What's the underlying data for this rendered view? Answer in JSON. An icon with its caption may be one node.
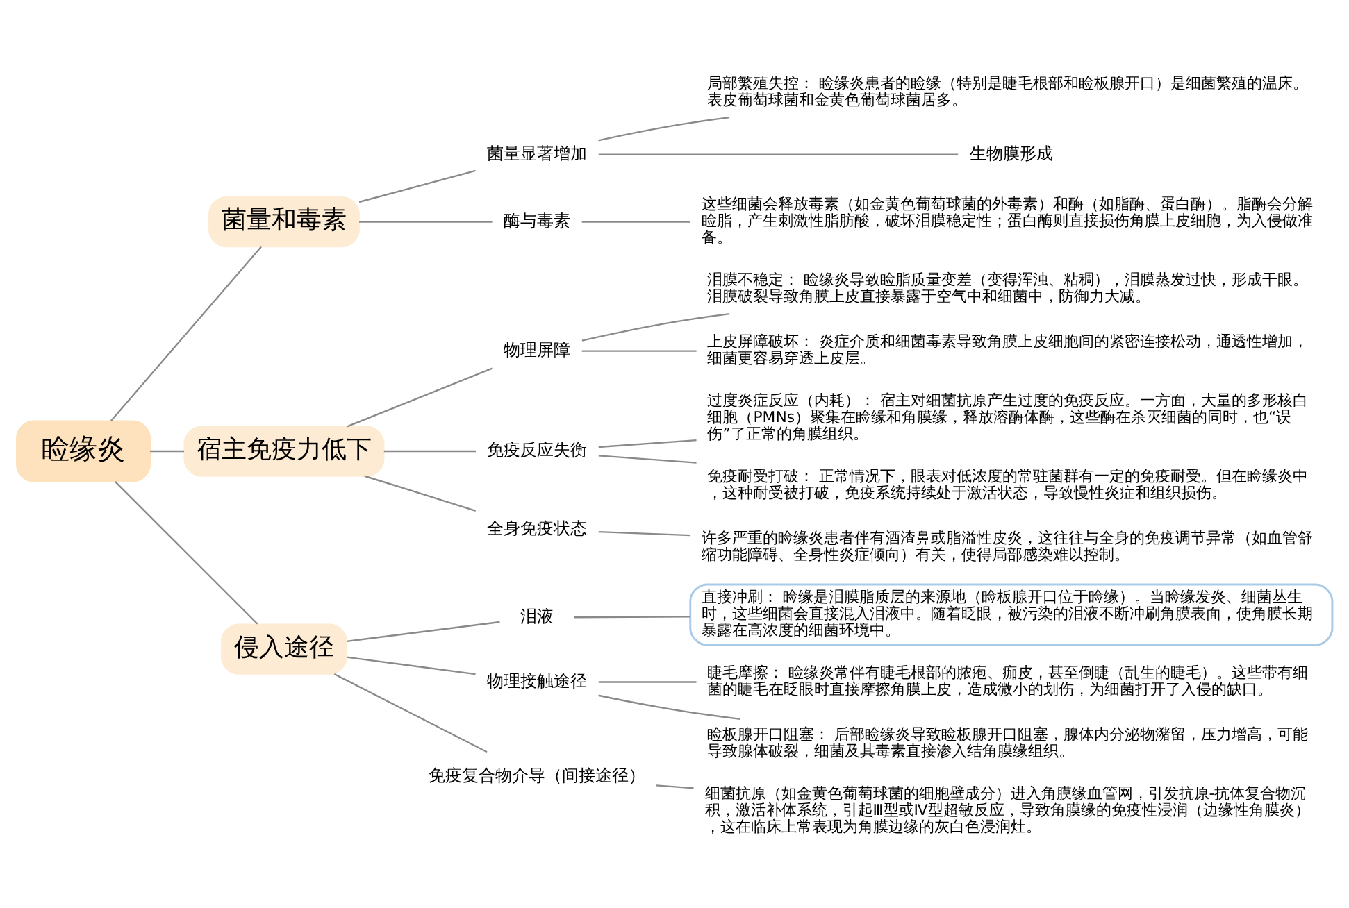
{
  "diagram": {
    "nodes": [
      {
        "text": [
          "睑缘炎"
        ]
      },
      {
        "text": [
          "菌量和毒素"
        ]
      },
      {
        "text": [
          "菌量显著增加"
        ]
      },
      {
        "text": [
          "局部繁殖失控： 睑缘炎患者的睑缘（特别是睫毛根部和睑板腺开口）是细菌繁殖的温床。表皮葡萄球菌和金黄色葡萄球菌居多。"
        ]
      },
      {
        "text": [
          "生物膜形成"
        ]
      },
      {
        "text": [
          "酶与毒素"
        ]
      },
      {
        "text": [
          "这些细菌会释放毒素（如金黄色葡萄球菌的外毒素）和酶（如脂酶、蛋白酶）。脂酶会分解睑脂，产生刺激性脂肪酸，破坏泪膜稳定性；蛋白酶则直接损伤角膜上皮细胞，为入侵做准备。"
        ]
      },
      {
        "text": [
          "宿主免疫力低下"
        ]
      },
      {
        "text": [
          "物理屏障"
        ]
      },
      {
        "text": [
          "泪膜不稳定： 睑缘炎导致睑脂质量变差（变得浑浊、粘稠），泪膜蒸发过快，形成干眼。泪膜破裂导致角膜上皮直接暴露于空气中和细菌中，防御力大减。"
        ]
      },
      {
        "text": [
          "上皮屏障破坏： 炎症介质和细菌毒素导致角膜上皮细胞间的紧密连接松动，通透性增加，细菌更容易穿透上皮层。"
        ]
      },
      {
        "text": [
          "免疫反应失衡"
        ]
      },
      {
        "text": [
          "过度炎症反应（内耗）： 宿主对细菌抗原产生过度的免疫反应。一方面，大量的多形核白细胞（PMNs）聚集在睑缘和角膜缘，释放溶酶体酶，这些酶在杀灭细菌的同时，也“误伤”了正常的角膜组织。"
        ]
      },
      {
        "text": [
          "免疫耐受打破： 正常情况下，眼表对低浓度的常驻菌群有一定的免疫耐受。但在睑缘炎中，这种耐受被打破，免疫系统持续处于激活状态，导致慢性炎症和组织损伤。"
        ]
      },
      {
        "text": [
          "全身免疫状态"
        ]
      },
      {
        "text": [
          "许多严重的睑缘炎患者伴有酒渣鼻或脂溢性皮炎，这往往与全身的免疫调节异常（如血管舒缩功能障碍、全身性炎症倾向）有关，使得局部感染难以控制。"
        ]
      },
      {
        "text": [
          "侵入途径"
        ]
      },
      {
        "text": [
          "泪液"
        ]
      },
      {
        "text": [
          "直接冲刷： 睑缘是泪膜脂质层的来源地（睑板腺开口位于睑缘）。当睑缘发炎、细菌丛生时，这些细菌会直接混入泪液中。随着眨眼，被污染的泪液不断冲刷角膜表面，使角膜长期暴露在高浓度的细菌环境中。"
        ]
      },
      {
        "text": [
          "物理接触途径"
        ]
      },
      {
        "text": [
          "睫毛摩擦： 睑缘炎常伴有睫毛根部的脓疱、痂皮，甚至倒睫（乱生的睫毛）。这些带有细菌的睫毛在眨眼时直接摩擦角膜上皮，造成微小的划伤，为细菌打开了入侵的缺口。"
        ]
      },
      {
        "text": [
          "睑板腺开口阻塞： 后部睑缘炎导致睑板腺开口阻塞，腺体内分泌物潴留，压力增高，可能导致腺体破裂，细菌及其毒素直接渗入结角膜缘组织。"
        ]
      },
      {
        "text": [
          "免疫复合物介导（间接途径）"
        ]
      },
      {
        "text": [
          "细菌抗原（如金黄色葡萄球菌的细胞壁成分）进入角膜缘血管网，引发抗原-抗体复合物沉积，激活补体系统，引起Ⅲ型或Ⅳ型超敏反应，导致角膜缘的免疫性浸润（边缘性角膜炎），这在临床上常表现为角膜边缘的灰白色浸润灶。"
        ]
      }
    ],
    "edges": [
      {
        "from": 0,
        "to": 1,
        "arrow": "none"
      },
      {
        "from": 1,
        "to": 2,
        "arrow": "none"
      },
      {
        "from": 2,
        "to": 3,
        "arrow": "none"
      },
      {
        "from": 2,
        "to": 4,
        "arrow": "none"
      },
      {
        "from": 1,
        "to": 5,
        "arrow": "none"
      },
      {
        "from": 5,
        "to": 6,
        "arrow": "none"
      },
      {
        "from": 0,
        "to": 7,
        "arrow": "none"
      },
      {
        "from": 7,
        "to": 8,
        "arrow": "none"
      },
      {
        "from": 8,
        "to": 9,
        "arrow": "none"
      },
      {
        "from": 8,
        "to": 10,
        "arrow": "none"
      },
      {
        "from": 7,
        "to": 11,
        "arrow": "none"
      },
      {
        "from": 11,
        "to": 12,
        "arrow": "none"
      },
      {
        "from": 11,
        "to": 13,
        "arrow": "none"
      },
      {
        "from": 7,
        "to": 14,
        "arrow": "none"
      },
      {
        "from": 14,
        "to": 15,
        "arrow": "none"
      },
      {
        "from": 0,
        "to": 16,
        "arrow": "none"
      },
      {
        "from": 16,
        "to": 17,
        "arrow": "none"
      },
      {
        "from": 17,
        "to": 18,
        "arrow": "none"
      },
      {
        "from": 16,
        "to": 19,
        "arrow": "none"
      },
      {
        "from": 19,
        "to": 20,
        "arrow": "none"
      },
      {
        "from": 19,
        "to": 21,
        "arrow": "none"
      },
      {
        "from": 16,
        "to": 22,
        "arrow": "none"
      },
      {
        "from": 22,
        "to": 23,
        "arrow": "none"
      }
    ]
  }
}
